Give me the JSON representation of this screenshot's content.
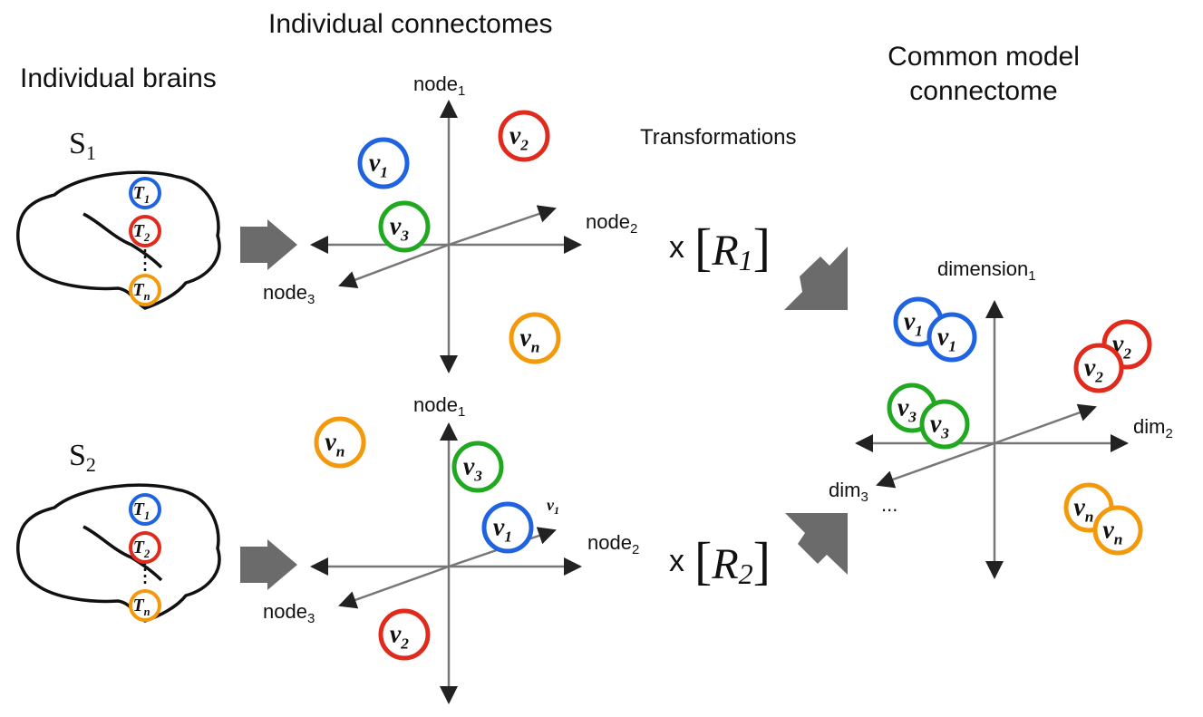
{
  "headings": {
    "individual_brains": "Individual brains",
    "individual_connectomes": "Individual connectomes",
    "common_model": [
      "Common model",
      "connectome"
    ],
    "transformations": "Transformations"
  },
  "subjects": [
    {
      "name": "S",
      "index": "1",
      "regions": [
        {
          "symbol": "T",
          "sub": "1",
          "color": "#1f63e0"
        },
        {
          "symbol": "T",
          "sub": "2",
          "color": "#e02a1c"
        },
        {
          "symbol": "T",
          "sub": "n",
          "color": "#f39a0c"
        }
      ],
      "connectome": {
        "axes": [
          "node",
          "1",
          "node",
          "2",
          "node",
          "3"
        ],
        "vectors": [
          {
            "symbol": "v",
            "sub": "1",
            "color": "#1f63e0"
          },
          {
            "symbol": "v",
            "sub": "2",
            "color": "#e02a1c"
          },
          {
            "symbol": "v",
            "sub": "3",
            "color": "#21a821"
          },
          {
            "symbol": "v",
            "sub": "n",
            "color": "#f39a0c"
          }
        ]
      },
      "transform": {
        "op": "x",
        "symbol": "R",
        "sub": "1"
      }
    },
    {
      "name": "S",
      "index": "2",
      "regions": [
        {
          "symbol": "T",
          "sub": "1",
          "color": "#1f63e0"
        },
        {
          "symbol": "T",
          "sub": "2",
          "color": "#e02a1c"
        },
        {
          "symbol": "T",
          "sub": "n",
          "color": "#f39a0c"
        }
      ],
      "connectome": {
        "axes": [
          "node",
          "1",
          "node",
          "2",
          "node",
          "3"
        ],
        "vectors": [
          {
            "symbol": "v",
            "sub": "n",
            "color": "#f39a0c"
          },
          {
            "symbol": "v",
            "sub": "3",
            "color": "#21a821"
          },
          {
            "symbol": "v",
            "sub": "1",
            "color": "#1f63e0"
          },
          {
            "symbol": "v",
            "sub": "2",
            "color": "#e02a1c"
          }
        ],
        "arrow_tip_label": {
          "symbol": "v",
          "sub": "1"
        }
      },
      "transform": {
        "op": "x",
        "symbol": "R",
        "sub": "2"
      }
    }
  ],
  "common": {
    "axes": [
      "dimension",
      "1",
      "dim",
      "2",
      "dim",
      "3"
    ],
    "ellipsis": "...",
    "pairs": [
      {
        "symbol": "v",
        "sub": "1",
        "color": "#1f63e0"
      },
      {
        "symbol": "v",
        "sub": "2",
        "color": "#e02a1c"
      },
      {
        "symbol": "v",
        "sub": "3",
        "color": "#21a821"
      },
      {
        "symbol": "v",
        "sub": "n",
        "color": "#f39a0c"
      }
    ]
  }
}
